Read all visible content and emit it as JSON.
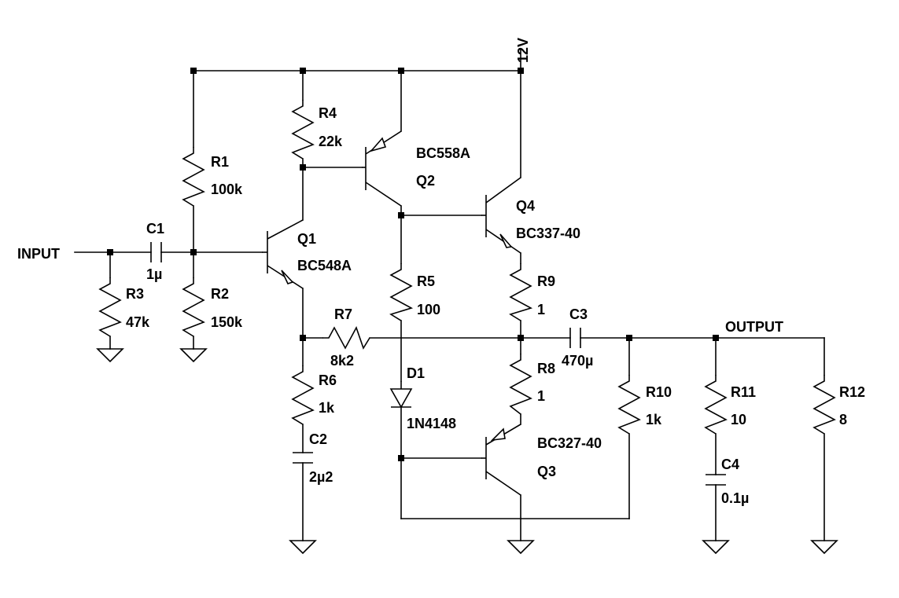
{
  "nets": {
    "input": "INPUT",
    "output": "OUTPUT",
    "supply": "12V"
  },
  "components": {
    "r1": {
      "ref": "R1",
      "value": "100k"
    },
    "r2": {
      "ref": "R2",
      "value": "150k"
    },
    "r3": {
      "ref": "R3",
      "value": "47k"
    },
    "r4": {
      "ref": "R4",
      "value": "22k"
    },
    "r5": {
      "ref": "R5",
      "value": "100"
    },
    "r6": {
      "ref": "R6",
      "value": "1k"
    },
    "r7": {
      "ref": "R7",
      "value": "8k2"
    },
    "r8": {
      "ref": "R8",
      "value": "1"
    },
    "r9": {
      "ref": "R9",
      "value": "1"
    },
    "r10": {
      "ref": "R10",
      "value": "1k"
    },
    "r11": {
      "ref": "R11",
      "value": "10"
    },
    "r12": {
      "ref": "R12",
      "value": "8"
    },
    "c1": {
      "ref": "C1",
      "value": "1µ"
    },
    "c2": {
      "ref": "C2",
      "value": "2µ2"
    },
    "c3": {
      "ref": "C3",
      "value": "470µ"
    },
    "c4": {
      "ref": "C4",
      "value": "0.1µ"
    },
    "d1": {
      "ref": "D1",
      "value": "1N4148"
    },
    "q1": {
      "ref": "Q1",
      "value": "BC548A"
    },
    "q2": {
      "ref": "Q2",
      "value": "BC558A"
    },
    "q3": {
      "ref": "Q3",
      "value": "BC327-40"
    },
    "q4": {
      "ref": "Q4",
      "value": "BC337-40"
    }
  }
}
